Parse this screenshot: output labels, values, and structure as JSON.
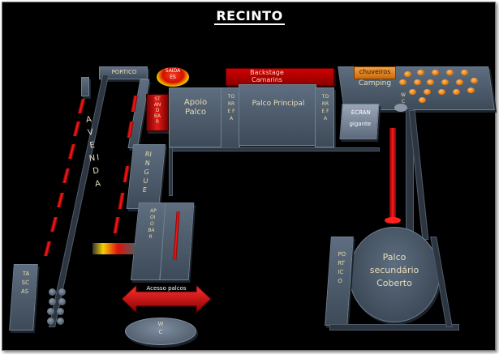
{
  "title": "RECINTO",
  "labels": {
    "portico_top": "PORTICO",
    "saida": "SAIDA",
    "saida_es": "ES",
    "avenida": "AVENIDA",
    "stand_bar": "STAND BAR",
    "ringue": "RINGUE",
    "apoio_palco": "Apoio Palco",
    "torre_fa_left": "TORRE FA",
    "torre_fa_right": "TORRE FA",
    "backstage": "Backstage",
    "camarins": "Camarins",
    "palco_principal": "Palco Principal",
    "chuveiros": "chuveiros",
    "camping": "Camping",
    "wc_camping": "WC",
    "ecran": "ECRAN",
    "gigante": "gigante",
    "apoio_bar": "APOIO BAR",
    "tascas": "TASCAS",
    "acesso_palcos": "Acesso palcos",
    "wc_bottom": "WC",
    "portico_right": "PORTICO",
    "palco_sec_1": "Palco",
    "palco_sec_2": "secundário",
    "palco_sec_3": "Coberto"
  },
  "colors": {
    "background": "#000000",
    "block": "#4b5a6a",
    "highlight_red": "#ff1a1a",
    "saida_yellow": "#f5c400",
    "shower_orange": "#f08a20"
  }
}
